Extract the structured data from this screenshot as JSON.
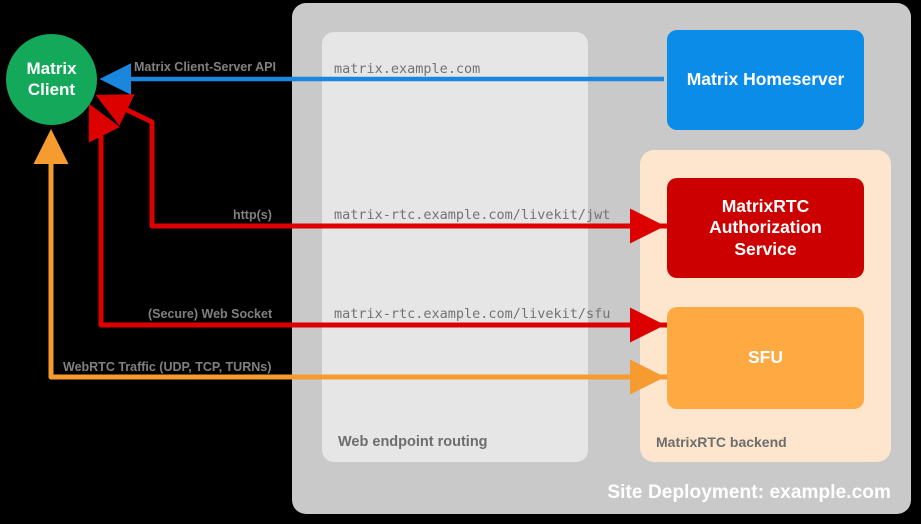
{
  "diagram": {
    "title": "Site Deployment: example.com",
    "background_color": "#000000"
  },
  "containers": {
    "site": {
      "label": "Site Deployment: example.com",
      "color": "#c9c9c9"
    },
    "routing": {
      "label": "Web endpoint routing",
      "color": "#e6e6e6"
    },
    "backend": {
      "label": "MatrixRTC backend",
      "color": "#fde6cd"
    }
  },
  "nodes": {
    "client": {
      "line1": "Matrix",
      "line2": "Client",
      "color": "#14a85a",
      "shape": "circle"
    },
    "homeserver": {
      "label": "Matrix Homeserver",
      "color": "#0c8ce9",
      "shape": "rounded-rect"
    },
    "auth": {
      "line1": "MatrixRTC",
      "line2": "Authorization",
      "line3": "Service",
      "color": "#cc0000",
      "shape": "rounded-rect"
    },
    "sfu": {
      "label": "SFU",
      "color": "#ffa943",
      "shape": "rounded-rect"
    }
  },
  "edges": [
    {
      "id": "matrix-cs-api",
      "label": "Matrix Client-Server API",
      "endpoint": "matrix.example.com",
      "color": "#1a86dd",
      "from": "homeserver",
      "to": "client",
      "direction": "bidirectional"
    },
    {
      "id": "livekit-jwt",
      "label": "http(s)",
      "endpoint": "matrix-rtc.example.com/livekit/jwt",
      "color": "#dd0000",
      "from": "client",
      "to": "auth",
      "direction": "bidirectional"
    },
    {
      "id": "livekit-sfu",
      "label": "(Secure) Web Socket",
      "endpoint": "matrix-rtc.example.com/livekit/sfu",
      "color": "#dd0000",
      "from": "client",
      "to": "sfu",
      "direction": "bidirectional"
    },
    {
      "id": "webrtc-traffic",
      "label": "WebRTC Traffic (UDP, TCP, TURNs)",
      "endpoint": "",
      "color": "#f59b30",
      "from": "client",
      "to": "sfu",
      "direction": "bidirectional"
    }
  ]
}
